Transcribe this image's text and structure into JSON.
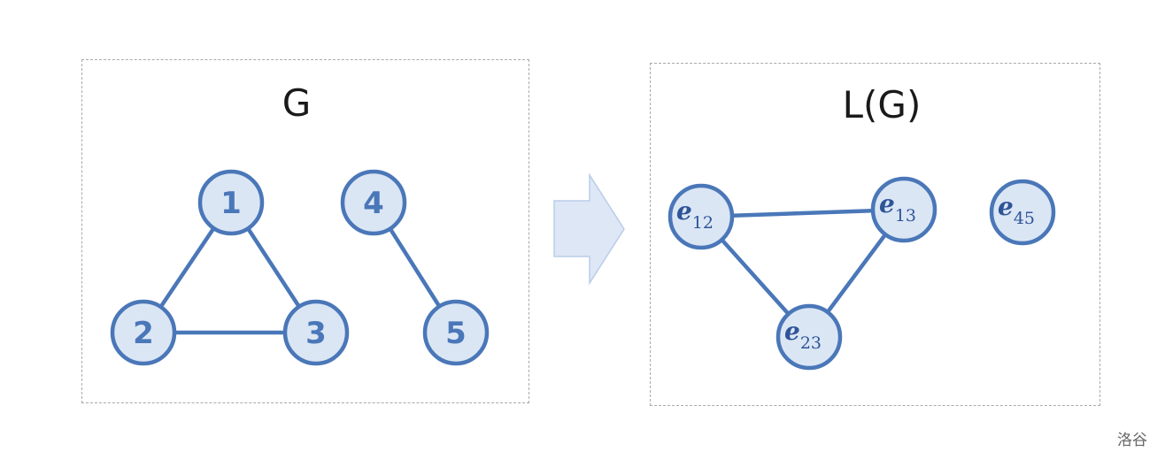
{
  "graph_g": {
    "title": "G",
    "nodes": [
      {
        "id": "1",
        "label": "1"
      },
      {
        "id": "2",
        "label": "2"
      },
      {
        "id": "3",
        "label": "3"
      },
      {
        "id": "4",
        "label": "4"
      },
      {
        "id": "5",
        "label": "5"
      }
    ],
    "edges": [
      [
        "1",
        "2"
      ],
      [
        "1",
        "3"
      ],
      [
        "2",
        "3"
      ],
      [
        "4",
        "5"
      ]
    ]
  },
  "graph_lg": {
    "title": "L(G)",
    "nodes": [
      {
        "id": "e12",
        "letter": "e",
        "sub": "12"
      },
      {
        "id": "e13",
        "letter": "e",
        "sub": "13"
      },
      {
        "id": "e23",
        "letter": "e",
        "sub": "23"
      },
      {
        "id": "e45",
        "letter": "e",
        "sub": "45"
      }
    ],
    "edges": [
      [
        "e12",
        "e13"
      ],
      [
        "e12",
        "e23"
      ],
      [
        "e13",
        "e23"
      ]
    ]
  },
  "watermark": "洛谷",
  "colors": {
    "stroke": "#4a77b8",
    "node_fill": "#dbe6f5",
    "arrow_fill": "#dde7f5",
    "dash_border": "#a9a9a9"
  }
}
